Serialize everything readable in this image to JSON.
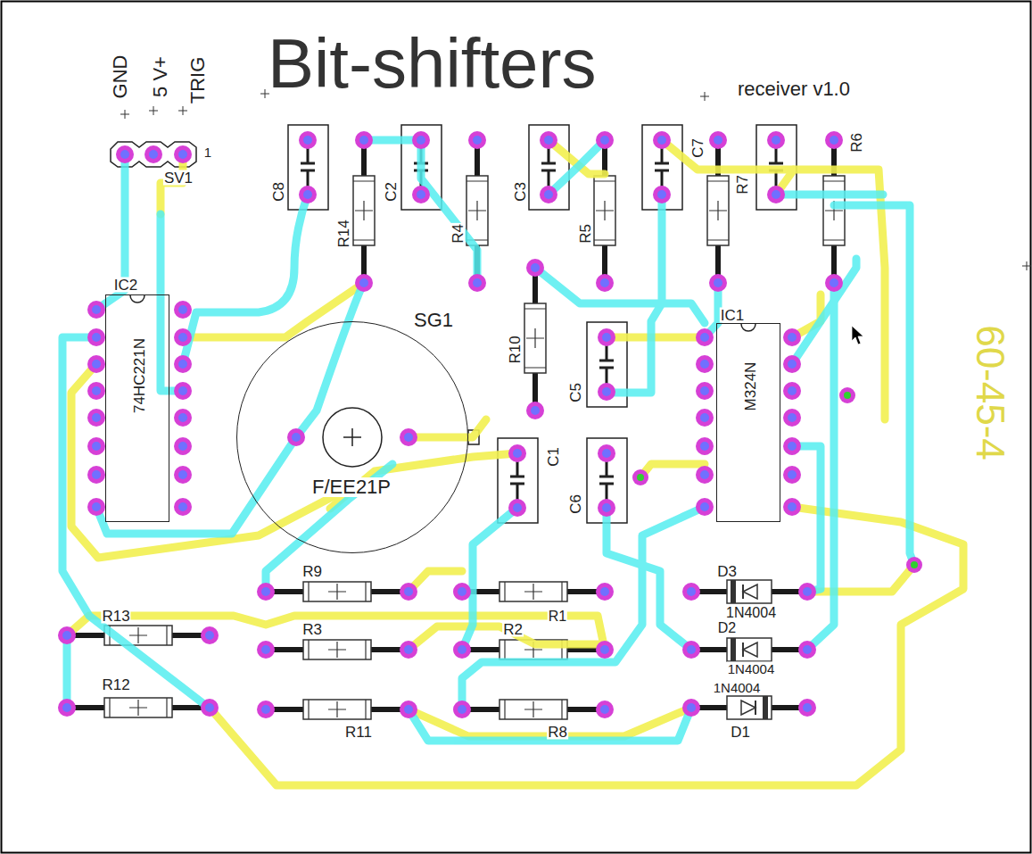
{
  "diagram": {
    "title": "Bit-shifters",
    "nodes": [
      {
        "text": [
          "IC2",
          "74HC221N"
        ]
      },
      {
        "text": [
          "SG1",
          "F/EE21P"
        ]
      },
      {
        "text": [
          "IC1",
          "M324N"
        ]
      }
    ],
    "labels": [
      "GND",
      "5 V+",
      "TRIG",
      "1",
      "SV1",
      "receiver v1.0",
      "C8",
      "R14",
      "C2",
      "R4",
      "C3",
      "R5",
      "C7",
      "R7",
      "R6",
      "R10",
      "C5",
      "C1",
      "C6",
      "R9",
      "R1",
      "R13",
      "R3",
      "R2",
      "D3",
      "1N4004",
      "D2",
      "1N4004",
      "1N4004",
      "D1",
      "R12",
      "R11",
      "R8",
      "60-45-4"
    ]
  }
}
